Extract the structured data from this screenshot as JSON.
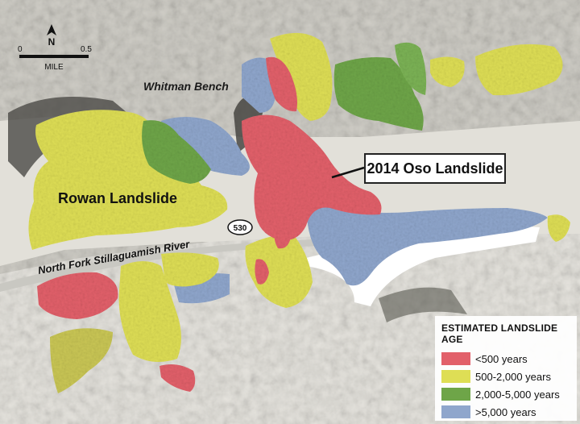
{
  "scale": {
    "start": "0",
    "end": "0.5",
    "unit": "MILE"
  },
  "north_label": "N",
  "labels": {
    "whitman_bench": "Whitman Bench",
    "rowan_landslide": "Rowan Landslide",
    "river": "North Fork Stillaguamish River",
    "highway": "530"
  },
  "callout": "2014 Oso Landslide",
  "legend": {
    "title": "ESTIMATED LANDSLIDE AGE",
    "items": [
      {
        "label": "<500 years",
        "color": "#e2606a"
      },
      {
        "label": "500-2,000 years",
        "color": "#dede55"
      },
      {
        "label": "2,000-5,000 years",
        "color": "#6ea548"
      },
      {
        "label": ">5,000 years",
        "color": "#8fa6cc"
      }
    ]
  }
}
